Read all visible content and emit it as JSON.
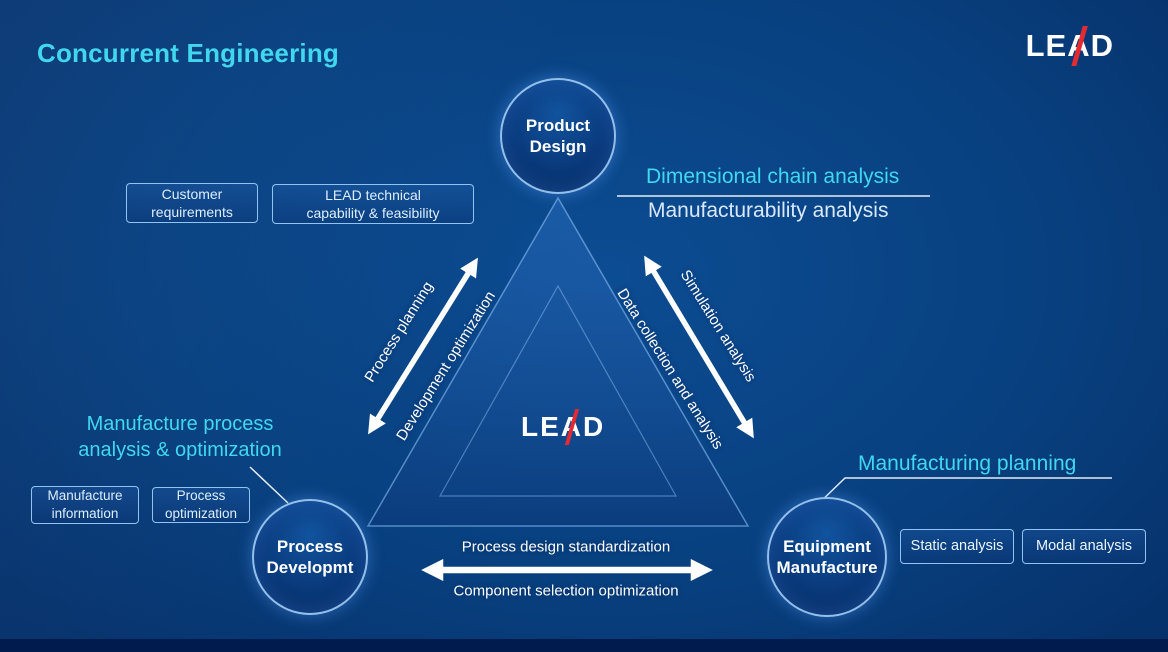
{
  "slide": {
    "title": "Concurrent Engineering"
  },
  "logo": {
    "left": "LE",
    "a": "A",
    "right": "D"
  },
  "nodes": {
    "product_design": {
      "line1": "Product",
      "line2": "Design"
    },
    "process_development": {
      "line1": "Process",
      "line2": "Developmt"
    },
    "equipment_manufacture": {
      "line1": "Equipment",
      "line2": "Manufacture"
    }
  },
  "edges": {
    "left": {
      "outer": "Process planning",
      "inner": "Development optimization"
    },
    "right": {
      "outer": "Simulation analysis",
      "inner": "Data collection and analysis"
    },
    "bottom": {
      "top": "Process design standardization",
      "bottom": "Component selection optimization"
    }
  },
  "product_notes": {
    "customer_requirements": {
      "line1": "Customer",
      "line2": "requirements"
    },
    "lead_capability": {
      "line1": "LEAD technical",
      "line2": "capability & feasibility"
    },
    "dimensional": "Dimensional chain analysis",
    "manufacturability": "Manufacturability analysis"
  },
  "process_notes": {
    "heading_line1": "Manufacture process",
    "heading_line2": "analysis & optimization",
    "manufacture_information": {
      "line1": "Manufacture",
      "line2": "information"
    },
    "process_optimization": {
      "line1": "Process",
      "line2": "optimization"
    }
  },
  "equipment_notes": {
    "heading": "Manufacturing planning",
    "static_analysis": "Static analysis",
    "modal_analysis": "Modal analysis"
  },
  "colors": {
    "accent_cyan": "#41d7ef",
    "brand_red": "#e52b32",
    "arrow_white": "#ffffff",
    "background": "#08407f"
  }
}
